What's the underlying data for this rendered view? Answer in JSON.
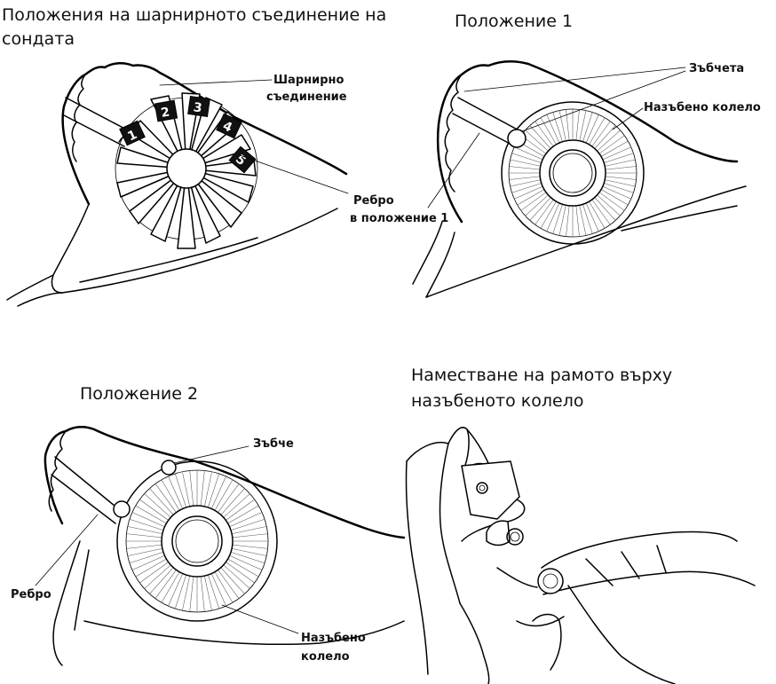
{
  "panels": {
    "joint_positions": {
      "title_line1": "Положения на шарнирното съединение на",
      "title_line2": "сондата",
      "label_joint_line1": "Шарнирно",
      "label_joint_line2": "съединение",
      "label_rib_line1": "Ребро",
      "label_rib_line2": "в положение 1",
      "numbers": [
        "1",
        "2",
        "3",
        "4",
        "5"
      ]
    },
    "position_1": {
      "title": "Положение 1",
      "label_teeth": "Зъбчета",
      "label_wheel": "Назъбено колело"
    },
    "position_2": {
      "title": "Положение 2",
      "label_tooth": "Зъбче",
      "label_rib": "Ребро",
      "label_wheel_line1": "Назъбено",
      "label_wheel_line2": "колело"
    },
    "fitting": {
      "title_line1": "Наместване на рамото върху",
      "title_line2": "назъбеното колело"
    }
  },
  "colors": {
    "line": "#000000",
    "background": "#ffffff"
  },
  "icons": [
    "probe-hinge-icon",
    "gear-wheel-icon",
    "hand-icon"
  ]
}
